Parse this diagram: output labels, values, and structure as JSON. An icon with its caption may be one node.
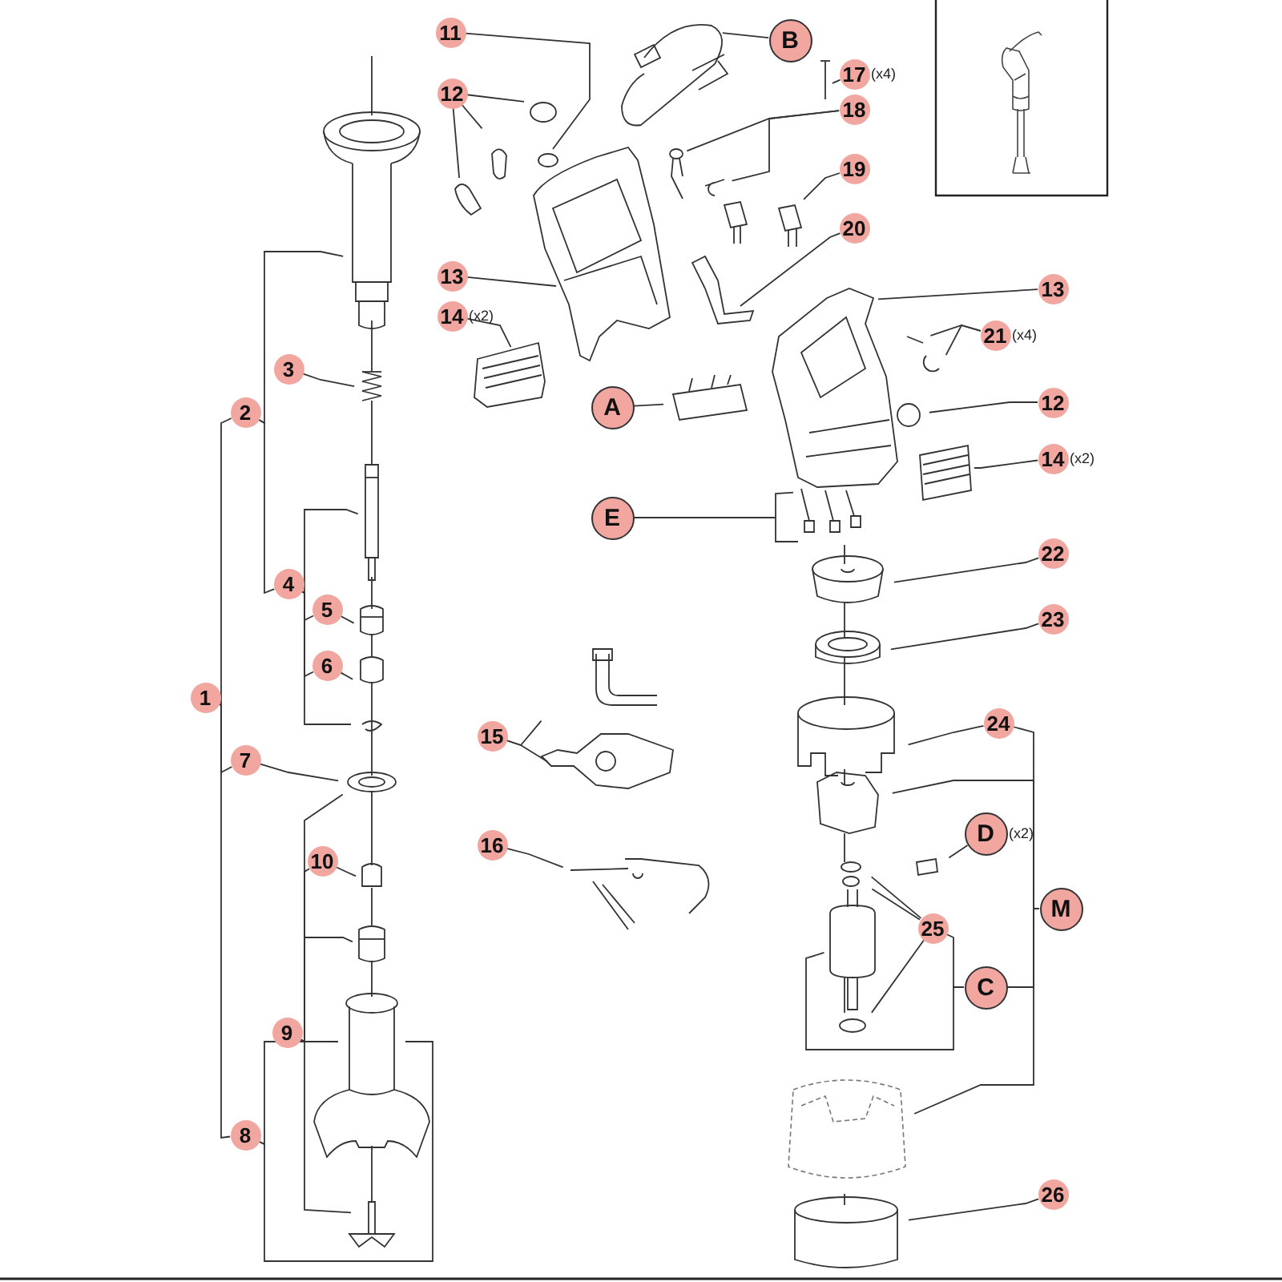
{
  "diagram": {
    "nodes": [
      {
        "text": [
          "1"
        ]
      },
      {
        "text": [
          "2"
        ]
      },
      {
        "text": [
          "3"
        ]
      },
      {
        "text": [
          "4"
        ]
      },
      {
        "text": [
          "5"
        ]
      },
      {
        "text": [
          "6"
        ]
      },
      {
        "text": [
          "7"
        ]
      },
      {
        "text": [
          "10"
        ]
      },
      {
        "text": [
          "9"
        ]
      },
      {
        "text": [
          "8"
        ]
      },
      {
        "text": [
          "11"
        ]
      },
      {
        "text": [
          "12"
        ]
      },
      {
        "text": [
          "13"
        ]
      },
      {
        "text": [
          "14"
        ],
        "beside": [
          "(x2)"
        ]
      },
      {
        "text": [
          "15"
        ]
      },
      {
        "text": [
          "16"
        ]
      },
      {
        "text": [
          "B"
        ]
      },
      {
        "text": [
          "17"
        ],
        "beside": [
          "(x4)"
        ]
      },
      {
        "text": [
          "18"
        ]
      },
      {
        "text": [
          "19"
        ]
      },
      {
        "text": [
          "20"
        ]
      },
      {
        "text": [
          "A"
        ]
      },
      {
        "text": [
          "13"
        ]
      },
      {
        "text": [
          "21"
        ],
        "beside": [
          "(x4)"
        ]
      },
      {
        "text": [
          "12"
        ]
      },
      {
        "text": [
          "14"
        ],
        "beside": [
          "(x2)"
        ]
      },
      {
        "text": [
          "E"
        ]
      },
      {
        "text": [
          "22"
        ]
      },
      {
        "text": [
          "23"
        ]
      },
      {
        "text": [
          "24"
        ]
      },
      {
        "text": [
          "D"
        ],
        "beside": [
          "(x2)"
        ]
      },
      {
        "text": [
          "M"
        ]
      },
      {
        "text": [
          "25"
        ]
      },
      {
        "text": [
          "C"
        ]
      },
      {
        "text": [
          "26"
        ]
      }
    ],
    "edges": [
      {
        "from": 0,
        "to": 1,
        "arrow": "none"
      },
      {
        "from": 0,
        "to": 6,
        "arrow": "none"
      },
      {
        "from": 0,
        "to": 9,
        "arrow": "none"
      },
      {
        "from": 1,
        "to": null,
        "arrow": "none"
      },
      {
        "from": 1,
        "to": 3,
        "arrow": "none"
      },
      {
        "from": 2,
        "to": null,
        "arrow": "none"
      },
      {
        "from": 3,
        "to": null,
        "arrow": "none"
      },
      {
        "from": 3,
        "to": 4,
        "arrow": "none"
      },
      {
        "from": 3,
        "to": 5,
        "arrow": "none"
      },
      {
        "from": 3,
        "to": null,
        "arrow": "none"
      },
      {
        "from": 4,
        "to": null,
        "arrow": "none"
      },
      {
        "from": 5,
        "to": null,
        "arrow": "none"
      },
      {
        "from": 6,
        "to": null,
        "arrow": "none"
      },
      {
        "from": 8,
        "to": null,
        "arrow": "none"
      },
      {
        "from": 8,
        "to": null,
        "arrow": "none"
      },
      {
        "from": 8,
        "to": null,
        "arrow": "none"
      },
      {
        "from": 8,
        "to": 7,
        "arrow": "none"
      },
      {
        "from": 7,
        "to": null,
        "arrow": "none"
      },
      {
        "from": 9,
        "to": null,
        "arrow": "none"
      },
      {
        "from": 9,
        "to": null,
        "arrow": "none"
      },
      {
        "from": 10,
        "to": null,
        "arrow": "none"
      },
      {
        "from": 11,
        "to": null,
        "arrow": "none"
      },
      {
        "from": 11,
        "to": null,
        "arrow": "none"
      },
      {
        "from": 11,
        "to": null,
        "arrow": "none"
      },
      {
        "from": 12,
        "to": null,
        "arrow": "none"
      },
      {
        "from": 13,
        "to": null,
        "arrow": "none"
      },
      {
        "from": 14,
        "to": null,
        "arrow": "none"
      },
      {
        "from": 14,
        "to": null,
        "arrow": "none"
      },
      {
        "from": 15,
        "to": null,
        "arrow": "none"
      },
      {
        "from": 16,
        "to": null,
        "arrow": "none"
      },
      {
        "from": 17,
        "to": null,
        "arrow": "none"
      },
      {
        "from": 18,
        "to": null,
        "arrow": "none"
      },
      {
        "from": 18,
        "to": null,
        "arrow": "none"
      },
      {
        "from": 19,
        "to": null,
        "arrow": "none"
      },
      {
        "from": 20,
        "to": null,
        "arrow": "none"
      },
      {
        "from": 22,
        "to": null,
        "arrow": "none"
      },
      {
        "from": 23,
        "to": null,
        "arrow": "none"
      },
      {
        "from": 23,
        "to": null,
        "arrow": "none"
      },
      {
        "from": 24,
        "to": null,
        "arrow": "none"
      },
      {
        "from": 25,
        "to": null,
        "arrow": "none"
      },
      {
        "from": 21,
        "to": null,
        "arrow": "none"
      },
      {
        "from": 26,
        "to": null,
        "arrow": "none"
      },
      {
        "from": 26,
        "to": null,
        "arrow": "none"
      },
      {
        "from": 27,
        "to": null,
        "arrow": "none"
      },
      {
        "from": 28,
        "to": null,
        "arrow": "none"
      },
      {
        "from": 29,
        "to": null,
        "arrow": "none"
      },
      {
        "from": 31,
        "to": 29,
        "arrow": "none"
      },
      {
        "from": 31,
        "to": null,
        "arrow": "none"
      },
      {
        "from": 31,
        "to": 33,
        "arrow": "none"
      },
      {
        "from": 31,
        "to": null,
        "arrow": "none"
      },
      {
        "from": 33,
        "to": null,
        "arrow": "none"
      },
      {
        "from": 33,
        "to": 32,
        "arrow": "none"
      },
      {
        "from": 32,
        "to": null,
        "arrow": "none"
      },
      {
        "from": 32,
        "to": null,
        "arrow": "none"
      },
      {
        "from": 32,
        "to": null,
        "arrow": "none"
      },
      {
        "from": 30,
        "to": null,
        "arrow": "none"
      },
      {
        "from": 34,
        "to": null,
        "arrow": "none"
      }
    ]
  }
}
